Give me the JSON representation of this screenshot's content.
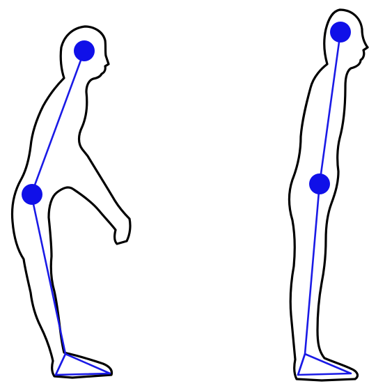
{
  "figure": {
    "panels": [
      {
        "posture": "stooped",
        "joints": [
          "head",
          "hip"
        ],
        "segments": [
          "spine",
          "leg",
          "foot"
        ]
      },
      {
        "posture": "upright",
        "joints": [
          "head",
          "hip"
        ],
        "segments": [
          "spine",
          "leg",
          "foot"
        ]
      }
    ],
    "colors": {
      "outline": "#000000",
      "skeleton": "#1a1ae6",
      "joint": "#1010e8",
      "background": "#ffffff"
    }
  }
}
